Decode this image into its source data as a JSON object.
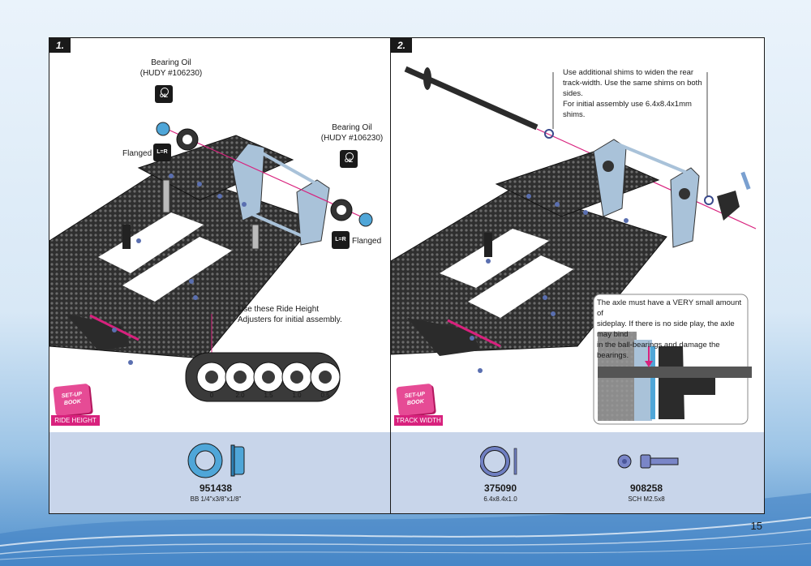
{
  "page_number": "15",
  "step1": {
    "number": "1.",
    "bearing_oil_top": {
      "line1": "Bearing Oil",
      "line2": "(HUDY #106230)"
    },
    "bearing_oil_right": {
      "line1": "Bearing Oil",
      "line2": "(HUDY #106230)"
    },
    "flanged_left": "Flanged",
    "flanged_right": "Flanged",
    "oil_icon": "OIL",
    "lr_icon": "L=R",
    "ride_height_note": {
      "line1": "Use these  Ride Height",
      "line2": "Adjusters for initial assembly."
    },
    "adjusters": [
      "0",
      "2.0",
      "1.5",
      "1.0",
      "0.5"
    ],
    "setup_book": {
      "icon_text": "SET-UP BOOK",
      "label": "RIDE HEIGHT"
    },
    "parts": [
      {
        "number": "951438",
        "desc": "BB 1/4\"x3/8\"x1/8\""
      }
    ]
  },
  "step2": {
    "number": "2.",
    "shim_note": {
      "line1": "Use  additional  shims  to  widen  the  rear",
      "line2": "track-width. Use the same shims on both sides.",
      "line3": "For initial assembly use 6.4x8.4x1mm shims."
    },
    "sideplay_note": {
      "line1": "The  axle  must  have  a  VERY  small  amount  of",
      "line2": "sideplay. If there is no side play, the axle may bind",
      "line3": "in the ball-bearings and damage the bearings."
    },
    "setup_book": {
      "icon_text": "SET-UP BOOK",
      "label": "TRACK WIDTH"
    },
    "parts": [
      {
        "number": "375090",
        "desc": "6.4x8.4x1.0"
      },
      {
        "number": "908258",
        "desc": "SCH M2.5x8"
      }
    ]
  },
  "colors": {
    "parts_bg": "#c8d5ea",
    "accent_magenta": "#d8217d",
    "bearing_blue": "#4fa6d8",
    "carbon": "#2b2b2b",
    "aluminium": "#a9c2d9"
  }
}
